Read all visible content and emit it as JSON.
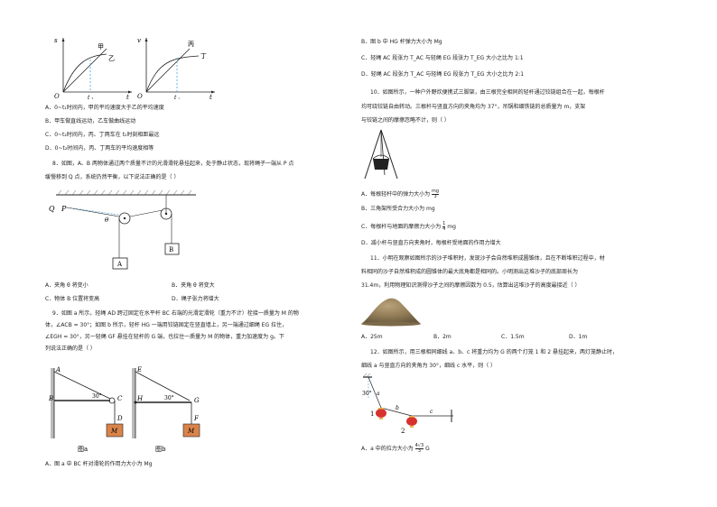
{
  "left": {
    "q7_graph1": {
      "s_axis": "s",
      "t_axis": "t",
      "origin": "O",
      "t1": "t",
      "sub1": "1",
      "jia": "甲",
      "yi": "乙"
    },
    "q7_graph2": {
      "v_axis": "v",
      "t_axis": "t",
      "origin": "O",
      "t2": "t",
      "sub2": "2",
      "bing": "丙",
      "ding": "丁"
    },
    "q7_options": [
      "A．0~t₁时间内，甲的平均速度大于乙的平均速度",
      "B．甲车做直线运动，乙车做曲线运动",
      "C．0~t₂时间内，丙、丁两车在 t₂时刻相距最远",
      "D．0~t₂时间内，丙、丁两车的平均速度相等"
    ],
    "q8_text_1": "8．如图，A、B 两物体通过两个质量不计的光滑滑轮悬挂起来，处于静止状态，现将绳子一端从 P 点",
    "q8_text_2": "缓慢移到 Q 点，系统仍然平衡，以下说法正确的是（     ）",
    "q8_fig": {
      "Q": "Q",
      "P": "P",
      "theta": "θ",
      "A": "A",
      "B": "B"
    },
    "q8_options": [
      "A．夹角 θ 将变小",
      "B．夹角 θ 将变大",
      "C．物体 B 位置将变高",
      "D．绳子张力将增大"
    ],
    "q9_text_1": "9．如图 a 所示，轻绳 AD 跨过固定在水平杆 BC 右端的光滑定滑轮（重力不计）栓接一质量为 M 的物",
    "q9_text_2": "体，∠ACB = 30°；如图 b 所示，轻杆 HG 一端用铰链固定在竖直墙上，另一端通过细绳 EG 拉住，",
    "q9_text_3": "∠EGH = 30°，另一轻绳 GF 悬挂在轻杆的 G 端，也拉住一质量为 M 的物体，重力加速度为 g。下",
    "q9_text_4": "列说法正确的是（     ）",
    "q9_fig_a": {
      "A": "A",
      "B": "B",
      "C": "C",
      "D": "D",
      "angle": "30°",
      "M": "M",
      "caption": "图a"
    },
    "q9_fig_b": {
      "E": "E",
      "H": "H",
      "G": "G",
      "F": "F",
      "angle": "30°",
      "M": "M",
      "caption": "图b"
    },
    "q9_option_a": "A．图 a 中 BC 杆对滑轮的作用力大小为 Mg"
  },
  "right": {
    "q9_options": [
      "B．图 b 中 HG 杆弹力大小为 Mg",
      "C．轻绳 AC 段张力 T_AC 与轻绳 EG 段张力 T_EG 大小之比为 1:1",
      "D．轻绳 AC 段张力 T_AC 与轻绳 EG 段张力 T_EG 大小之比为 2:1"
    ],
    "q10_text_1": "10．如图所示，一种户外野炊便携式三脚架，由三根完全相同的轻杆通过铰链组合在一起，每根杆",
    "q10_text_2": "均可绕铰链自由转动。三根杆与竖直方向的夹角均为 37°，吊锅和细铁链的总质量为 m，支架",
    "q10_text_3": "与铰链之间的摩擦忽略不计，则（     ）",
    "q10_options": [
      "A．每根轻杆中的弹力大小为 mg/3",
      "B．三角架所受合力大小为 mg",
      "C．每根杆与地面的摩擦力大小为 ¼mg",
      "D．减小杆与竖直方向夹角时，每根杆受地面的作用力增大"
    ],
    "q10_optA_prefix": "A．每根轻杆中的弹力大小为",
    "q10_optA_num": "mg",
    "q10_optA_den": "3",
    "q10_optB": "B．三角架所受合力大小为 mg",
    "q10_optC_prefix": "C．每根杆与地面的摩擦力大小为",
    "q10_optC_num": "1",
    "q10_optC_den": "4",
    "q10_optC_suffix": "mg",
    "q10_optD": "D．减小杆与竖直方向夹角时，每根杆受地面的作用力增大",
    "q11_text_1": "11．小明在观察如图所示的沙子堆积时，发现沙子会自然堆积成圆锥体，且在不断堆积过程中，材",
    "q11_text_2": "料相同的沙子自然堆积成的圆锥体的最大底角都是相同的。小明测出这堆沙子的底部周长为",
    "q11_text_3": "31.4m，利用物理知识测得沙子之间的摩擦因数为 0.5，估算出这堆沙子的高度最接近（     ）",
    "q11_options": [
      "A．25m",
      "B．2m",
      "C．1.5m",
      "D．1m"
    ],
    "q12_text_1": "12．如图所示，用三根相同细线 a、b、c 将重力均为 G 的两个灯笼 1 和 2 悬挂起来，两灯笼静止时，",
    "q12_text_2": "细线 a 与竖直方向的夹角为 30°，细线 c 水平，则（     ）",
    "q12_fig": {
      "angle": "30°",
      "a": "a",
      "b": "b",
      "c": "c",
      "one": "1",
      "two": "2"
    },
    "q12_optA_prefix": "A．a 中的拉力大小为",
    "q12_optA_num": "4√3",
    "q12_optA_den": "3",
    "q12_optA_suffix": "G"
  }
}
